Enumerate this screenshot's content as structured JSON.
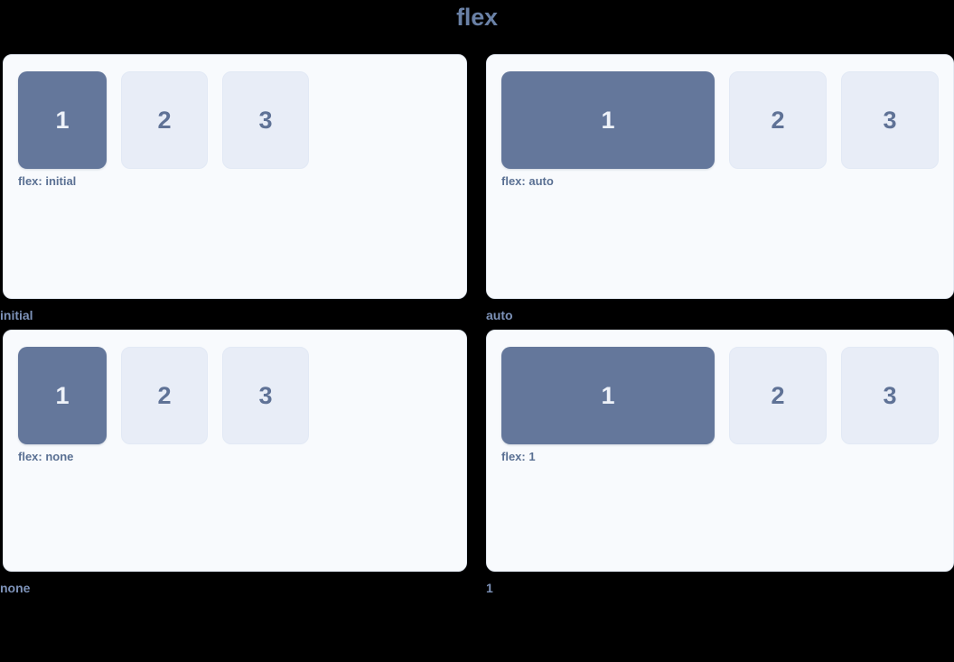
{
  "title": "flex",
  "demos": [
    {
      "caption": "initial",
      "label": "flex: initial",
      "mode": "mode-initial",
      "boxes": [
        {
          "text": "1",
          "style": "primary"
        },
        {
          "text": "2",
          "style": "plain"
        },
        {
          "text": "3",
          "style": "plain"
        }
      ]
    },
    {
      "caption": "auto",
      "label": "flex: auto",
      "mode": "mode-auto",
      "boxes": [
        {
          "text": "1",
          "style": "primary"
        },
        {
          "text": "2",
          "style": "plain"
        },
        {
          "text": "3",
          "style": "plain"
        }
      ]
    },
    {
      "caption": "none",
      "label": "flex: none",
      "mode": "mode-none",
      "boxes": [
        {
          "text": "1",
          "style": "primary"
        },
        {
          "text": "2",
          "style": "plain"
        },
        {
          "text": "3",
          "style": "plain"
        }
      ]
    },
    {
      "caption": "1",
      "label": "flex: 1",
      "mode": "mode-one",
      "boxes": [
        {
          "text": "1",
          "style": "primary"
        },
        {
          "text": "2",
          "style": "plain"
        },
        {
          "text": "3",
          "style": "plain"
        }
      ]
    }
  ],
  "colors": {
    "background": "#000000",
    "panel_background": "#f8fafd",
    "primary_box": "#64779b",
    "plain_box": "#e8edf7",
    "title_text": "#6a81a6",
    "caption_text": "#7d92b8",
    "label_text": "#5a7093"
  }
}
